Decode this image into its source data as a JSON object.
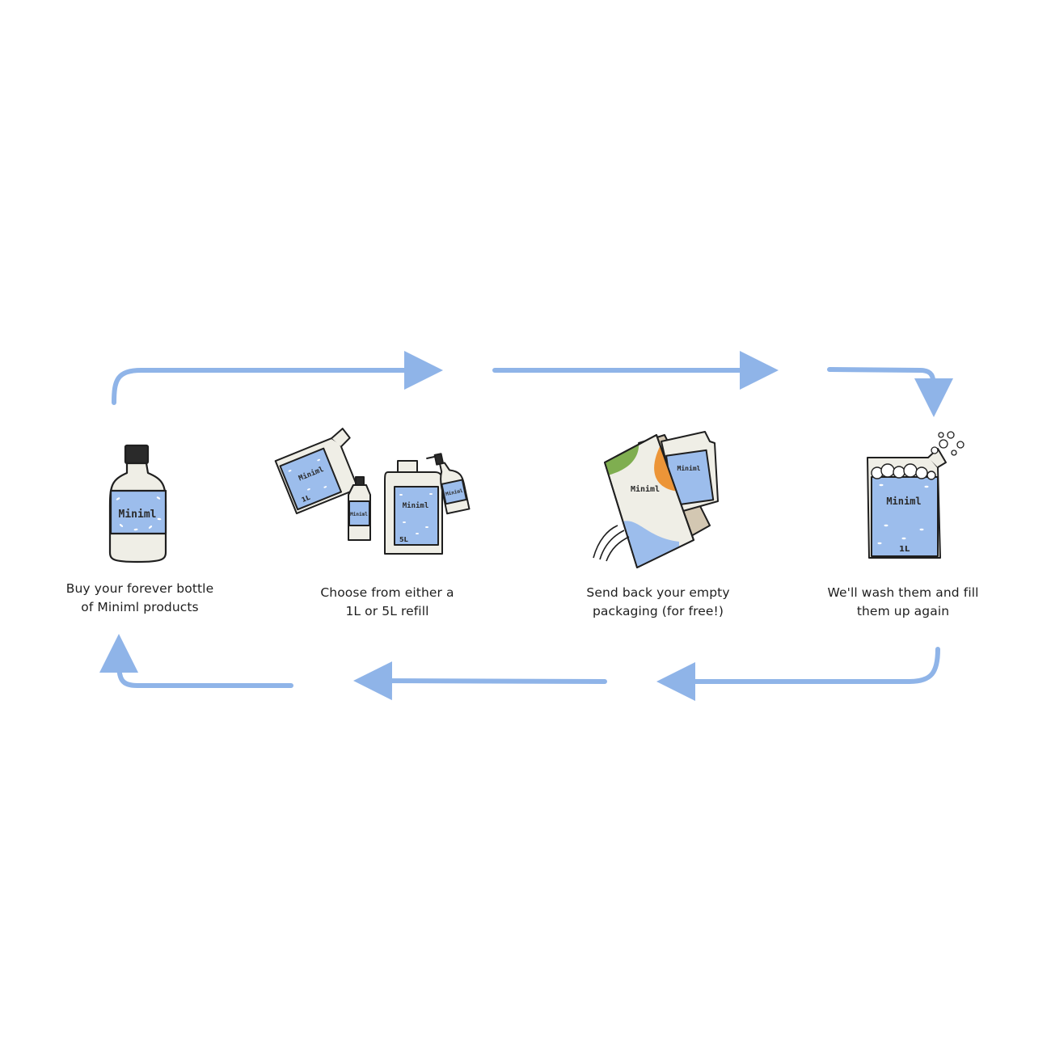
{
  "brand": {
    "logo": "Miniml",
    "accent": "#8fb4e8",
    "label_color": "#9cbdec",
    "cream": "#efeee6"
  },
  "steps": [
    {
      "id": "buy",
      "icon": "forever-bottle-icon",
      "lines": [
        "Buy your forever bottle",
        "of Miniml products"
      ]
    },
    {
      "id": "choose",
      "icon": "refill-containers-icon",
      "lines": [
        "Choose from either a",
        "1L or 5L refill"
      ],
      "sizes": [
        "1L",
        "5L"
      ]
    },
    {
      "id": "send",
      "icon": "return-envelope-icon",
      "lines": [
        "Send back your empty",
        "packaging (for free!)"
      ]
    },
    {
      "id": "wash",
      "icon": "washed-pouch-icon",
      "lines": [
        "We'll wash them and fill",
        "them up again"
      ],
      "size": "1L"
    }
  ]
}
